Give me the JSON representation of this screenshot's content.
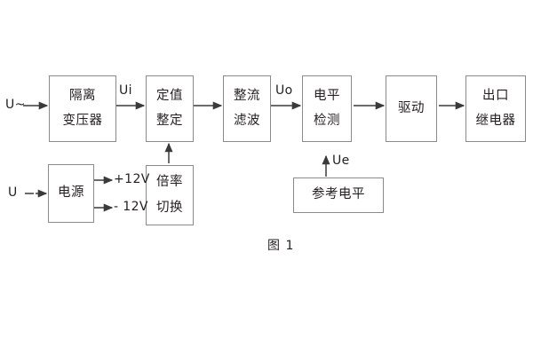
{
  "figure": {
    "caption": "图 1",
    "colors": {
      "border": "#8a8a8a",
      "text": "#231f20",
      "wire": "#3a3a3a",
      "background": "#ffffff"
    }
  },
  "blocks": [
    {
      "id": "isolation-transformer",
      "lines": [
        "隔离",
        "变压器"
      ]
    },
    {
      "id": "setting-value",
      "lines": [
        "定值",
        "整定"
      ]
    },
    {
      "id": "rectify-filter",
      "lines": [
        "整流",
        "滤波"
      ]
    },
    {
      "id": "level-detection",
      "lines": [
        "电平",
        "检测"
      ]
    },
    {
      "id": "drive",
      "lines": [
        "驱动"
      ]
    },
    {
      "id": "output-relay",
      "lines": [
        "出口",
        "继电器"
      ]
    },
    {
      "id": "power-supply",
      "lines": [
        "电源"
      ]
    },
    {
      "id": "multiplier-switch",
      "lines": [
        "倍率",
        "切换"
      ]
    },
    {
      "id": "reference-level",
      "lines": [
        "参考电平"
      ]
    }
  ],
  "labels": {
    "input_ac": "U~",
    "input_dc": "U",
    "signal_ui": "Ui",
    "signal_uo": "Uo",
    "signal_ue": "Ue",
    "rail_positive": "+12V",
    "rail_negative": "- 12V"
  }
}
